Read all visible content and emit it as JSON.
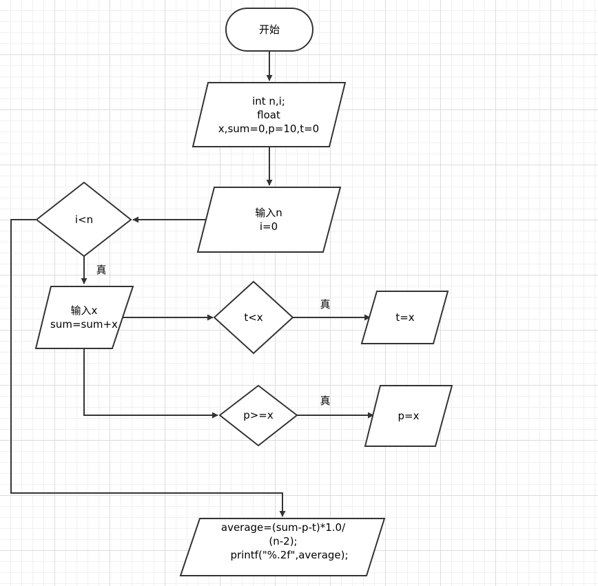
{
  "nodes": {
    "start": {
      "text": "开始"
    },
    "declare": {
      "lines": [
        "int n,i;",
        "float",
        "x,sum=0,p=10,t=0"
      ]
    },
    "input_n": {
      "lines": [
        "输入n",
        "i=0"
      ]
    },
    "cond_i_lt_n": {
      "text": "i<n"
    },
    "input_x": {
      "lines": [
        "输入x",
        "sum=sum+x"
      ]
    },
    "cond_t_lt_x": {
      "text": "t<x"
    },
    "assign_t": {
      "text": "t=x"
    },
    "cond_p_ge_x": {
      "text": "p>=x"
    },
    "assign_p": {
      "text": "p=x"
    },
    "output": {
      "lines": [
        "average=(sum-p-t)*1.0/",
        "(n-2);",
        "printf(\"%.2f\",average);"
      ]
    }
  },
  "edges": {
    "cond_i_lt_n_true": "真",
    "cond_t_lt_x_true": "真",
    "cond_p_ge_x_true": "真"
  },
  "colors": {
    "stroke": "#333333",
    "fill": "#ffffff",
    "text": "#000000"
  }
}
